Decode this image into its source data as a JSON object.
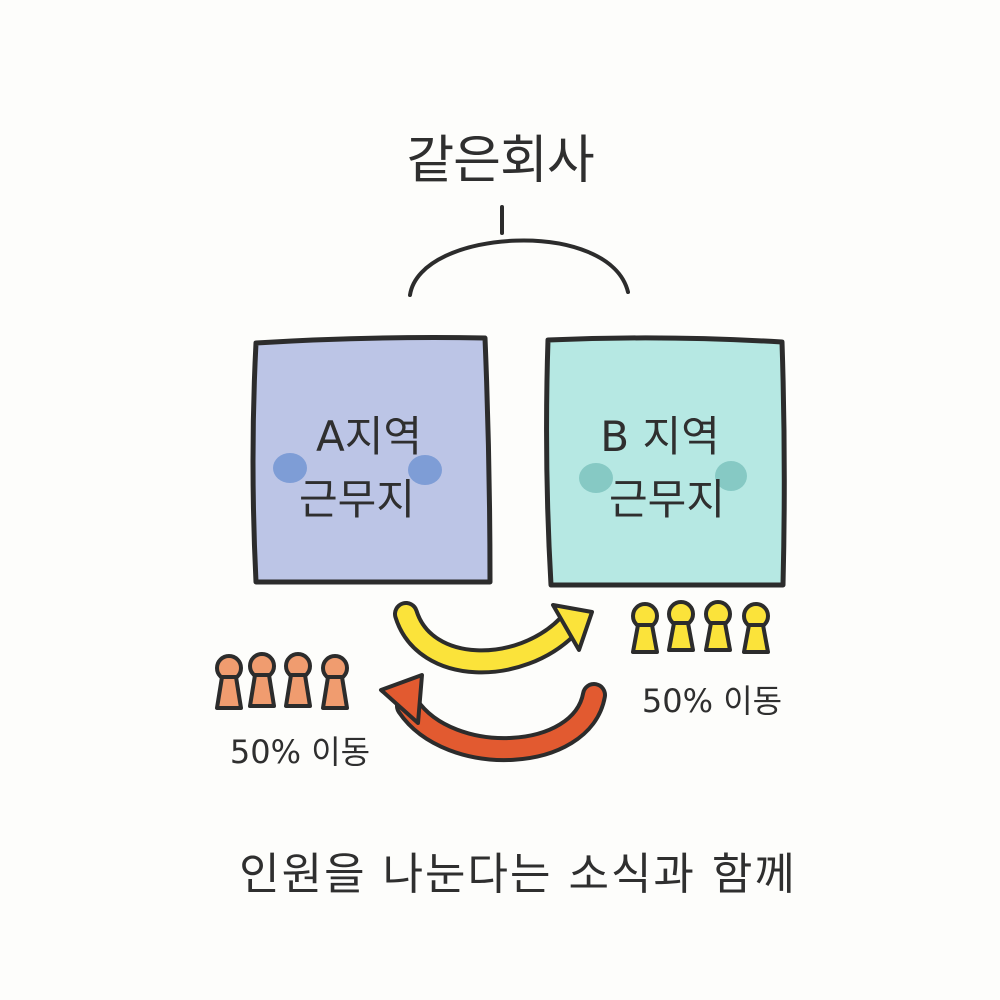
{
  "title": "같은회사",
  "region_a": {
    "label": "A지역",
    "sub": "근무지"
  },
  "region_b": {
    "label": "B 지역",
    "sub": "근무지"
  },
  "move_a": "50% 이동",
  "move_b": "50% 이동",
  "caption": "인원을 나눈다는 소식과 함께",
  "colors": {
    "region_a_fill": "#bcc5e6",
    "region_b_fill": "#b6e8e3",
    "region_a_cheek": "#7e9dd6",
    "region_b_cheek": "#86c9c4",
    "people_a": "#f09c6f",
    "people_b": "#fbe33a",
    "arrow_to_b": "#fbe33a",
    "arrow_to_a": "#e25a30",
    "outline": "#2c2c2c"
  }
}
